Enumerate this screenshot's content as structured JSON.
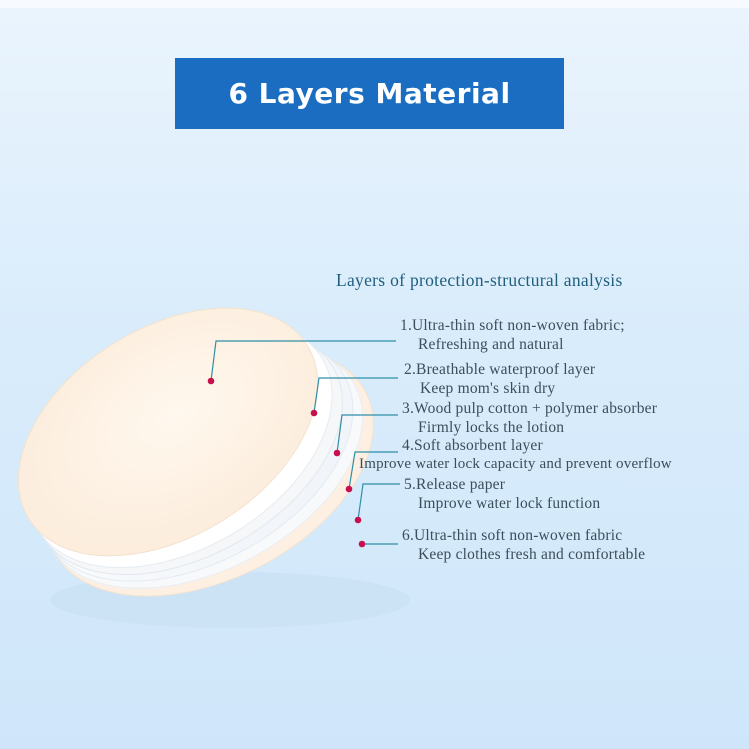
{
  "banner": {
    "title": "6 Layers Material"
  },
  "subtitle": "Layers of protection-structural analysis",
  "layers": [
    {
      "title": "1.Ultra-thin soft non-woven fabric;",
      "desc": "Refreshing and natural"
    },
    {
      "title": "2.Breathable waterproof layer",
      "desc": "Keep mom's skin dry"
    },
    {
      "title": "3.Wood pulp cotton + polymer absorber",
      "desc": "Firmly locks the lotion"
    },
    {
      "title": "4.Soft absorbent layer",
      "desc": "Improve water lock capacity and prevent overflow"
    },
    {
      "title": "5.Release paper",
      "desc": "Improve water lock function"
    },
    {
      "title": "6.Ultra-thin soft non-woven fabric",
      "desc": "Keep clothes fresh and comfortable"
    }
  ],
  "colors": {
    "banner_bg": "#1a6dc0",
    "leader_line": "#2f8fa8",
    "dot": "#c8104f",
    "pad_top": "#fdf1e4"
  }
}
